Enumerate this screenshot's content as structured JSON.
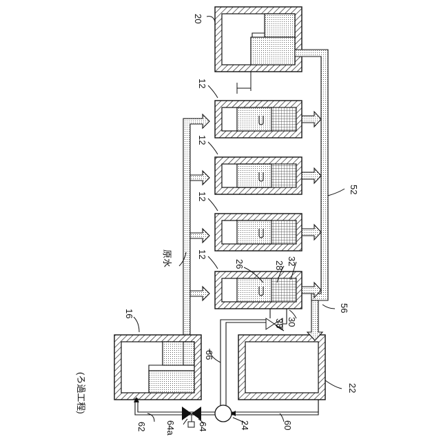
{
  "labels": {
    "process": "(ろ過工程)",
    "raw_water": "原水",
    "ref_12": "12",
    "ref_16": "16",
    "ref_20": "20",
    "ref_22": "22",
    "ref_24": "24",
    "ref_26": "26",
    "ref_28": "28",
    "ref_30": "30",
    "ref_32": "32",
    "ref_38": "38",
    "ref_52": "52",
    "ref_56": "56",
    "ref_60": "60",
    "ref_62": "62",
    "ref_64": "64",
    "ref_64a": "64a",
    "ref_66": "66"
  },
  "colors": {
    "line": "#111111",
    "background": "#ffffff"
  }
}
